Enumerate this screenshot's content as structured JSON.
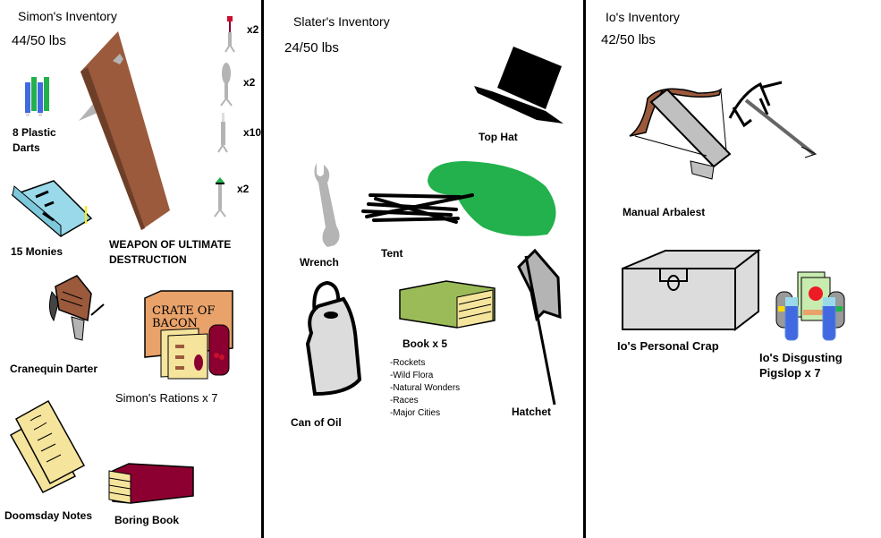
{
  "panels": [
    {
      "title": "Simon's Inventory",
      "weight": "44/50 lbs",
      "items": [
        {
          "label": "8 Plastic Darts",
          "icon": "plastic-darts-icon"
        },
        {
          "label": "WEAPON OF ULTIMATE DESTRUCTION",
          "icon": "wooden-plank-weapon-icon"
        },
        {
          "label": "15 Monies",
          "icon": "money-book-icon"
        },
        {
          "label": "Cranequin Darter",
          "icon": "cranequin-icon"
        },
        {
          "label": "Simon's Rations x 7",
          "icon": "rations-icon",
          "crate_text": "CRATE OF BACON"
        },
        {
          "label": "Doomsday Notes",
          "icon": "notes-icon"
        },
        {
          "label": "Boring Book",
          "icon": "red-book-icon"
        }
      ],
      "darts": [
        {
          "qty": "x2",
          "tip_color": "#c8102e"
        },
        {
          "qty": "x2",
          "tip_color": "#b5b5b5"
        },
        {
          "qty": "x10",
          "tip_color": "#dddddd"
        },
        {
          "qty": "x2",
          "tip_color": "#22aa44"
        }
      ]
    },
    {
      "title": "Slater's Inventory",
      "weight": "24/50 lbs",
      "items": [
        {
          "label": "Top Hat",
          "icon": "top-hat-icon"
        },
        {
          "label": "Wrench",
          "icon": "wrench-icon"
        },
        {
          "label": "Tent",
          "icon": "tent-icon"
        },
        {
          "label": "Can of Oil",
          "icon": "oil-can-icon"
        },
        {
          "label": "Book x 5",
          "icon": "green-book-icon"
        },
        {
          "label": "Hatchet",
          "icon": "hatchet-icon"
        }
      ],
      "book_titles": [
        "-Rockets",
        "-Wild Flora",
        "-Natural Wonders",
        "-Races",
        "-Major Cities"
      ]
    },
    {
      "title": "Io's Inventory",
      "weight": "42/50 lbs",
      "items": [
        {
          "label": "Manual Arbalest",
          "icon": "arbalest-icon"
        },
        {
          "label": "Io's Personal Crap",
          "icon": "chest-icon"
        },
        {
          "label": "Io's Disgusting Pigslop x 7",
          "icon": "pigslop-icon",
          "label_line1": "Io's Disgusting",
          "label_line2": "Pigslop x 7"
        }
      ]
    }
  ],
  "colors": {
    "wood": "#9b5a3c",
    "wood_dark": "#6e3f28",
    "tent_green": "#22b14c",
    "book_green": "#9bbb59",
    "book_red": "#8b0030",
    "paper": "#f5e49c",
    "money_blue": "#99d9ea",
    "grey": "#b4b4b4"
  }
}
